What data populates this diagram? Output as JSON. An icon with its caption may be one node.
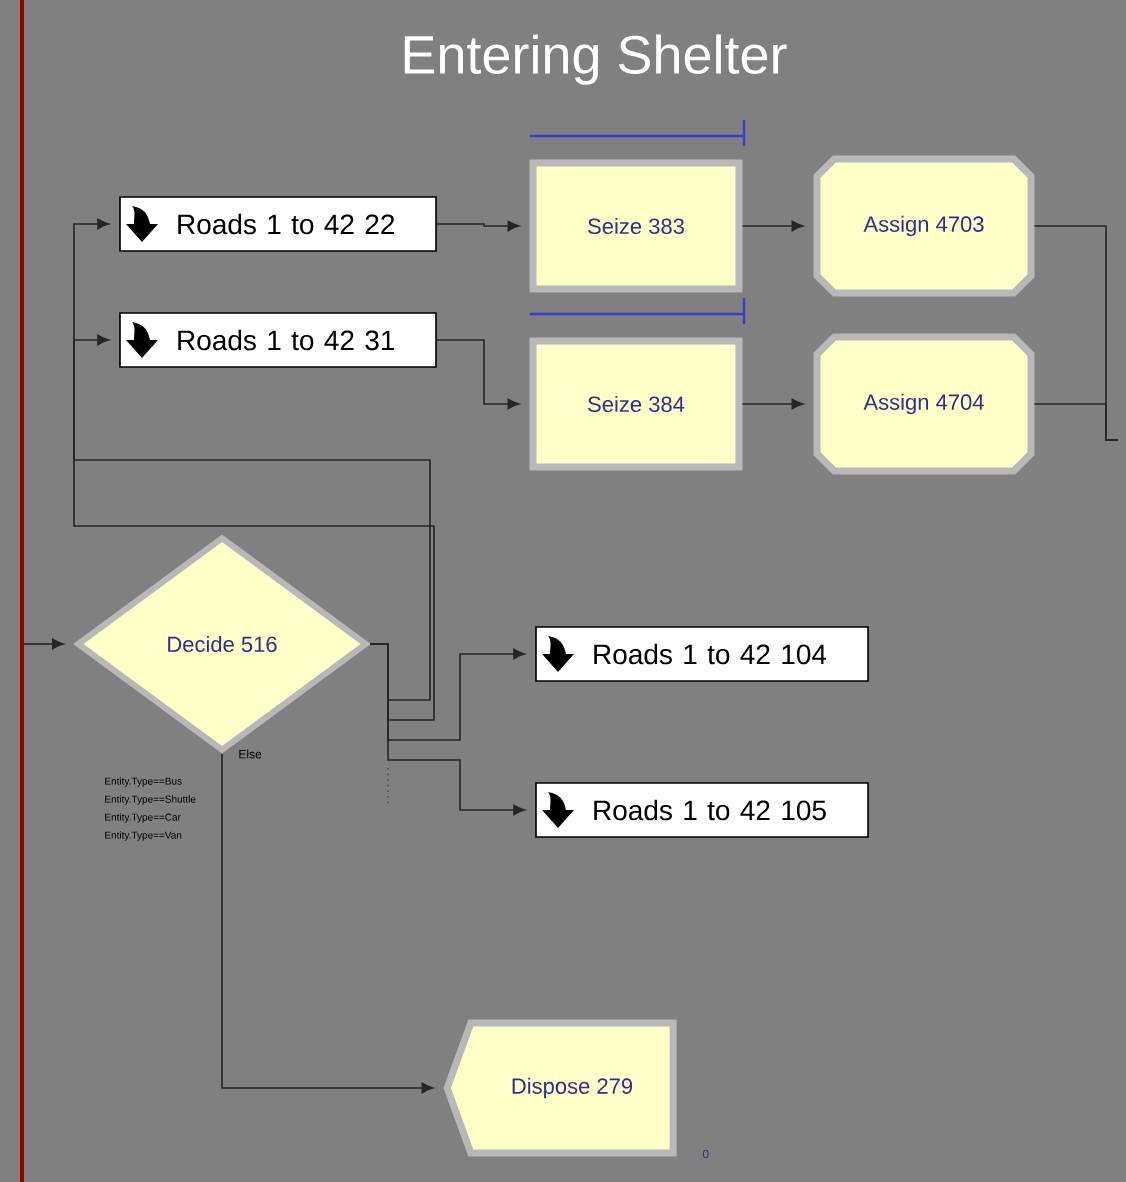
{
  "diagram": {
    "title": "Entering Shelter",
    "nodes": [
      {
        "text": [
          "Roads 1 to 42 22"
        ]
      },
      {
        "text": [
          "Roads 1 to 42 31"
        ]
      },
      {
        "text": [
          "Seize 383"
        ]
      },
      {
        "text": [
          "Seize 384"
        ]
      },
      {
        "text": [
          "Assign 4703"
        ]
      },
      {
        "text": [
          "Assign 4704"
        ]
      },
      {
        "text": [
          "Decide 516"
        ],
        "beside": [
          "Else",
          "Entity.Type==Bus",
          "Entity.Type==Shuttle",
          "Entity.Type==Car",
          "Entity.Type==Van"
        ]
      },
      {
        "text": [
          "Roads 1 to 42 104"
        ]
      },
      {
        "text": [
          "Roads 1 to 42 105"
        ]
      },
      {
        "text": [
          "Dispose 279"
        ],
        "beside": [
          "0"
        ]
      }
    ],
    "edges": [
      {
        "from": null,
        "to": 6,
        "arrow": "to"
      },
      {
        "from": 0,
        "to": 2,
        "arrow": "to"
      },
      {
        "from": 1,
        "to": 3,
        "arrow": "to"
      },
      {
        "from": 2,
        "to": 4,
        "arrow": "to"
      },
      {
        "from": 3,
        "to": 5,
        "arrow": "to"
      },
      {
        "from": 4,
        "to": null,
        "arrow": "none"
      },
      {
        "from": 5,
        "to": null,
        "arrow": "none"
      },
      {
        "from": 6,
        "to": 0,
        "arrow": "to"
      },
      {
        "from": 6,
        "to": 1,
        "arrow": "to"
      },
      {
        "from": 6,
        "to": 7,
        "arrow": "to"
      },
      {
        "from": 6,
        "to": 8,
        "arrow": "to"
      },
      {
        "from": 6,
        "to": 9,
        "arrow": "to"
      }
    ]
  }
}
